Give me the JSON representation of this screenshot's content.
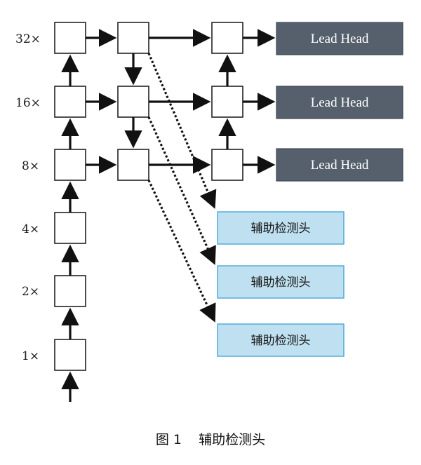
{
  "scales": [
    "32×",
    "16×",
    "8×",
    "4×",
    "2×",
    "1×"
  ],
  "lead_heads": [
    "Lead Head",
    "Lead Head",
    "Lead Head"
  ],
  "aux_heads": [
    "辅助检测头",
    "辅助检测头",
    "辅助检测头"
  ],
  "caption": {
    "number": "图 1",
    "title": "辅助检测头"
  },
  "colors": {
    "lead_head": "#56606d",
    "aux_head": "#bfe0f0",
    "aux_border": "#4aa8d8"
  }
}
